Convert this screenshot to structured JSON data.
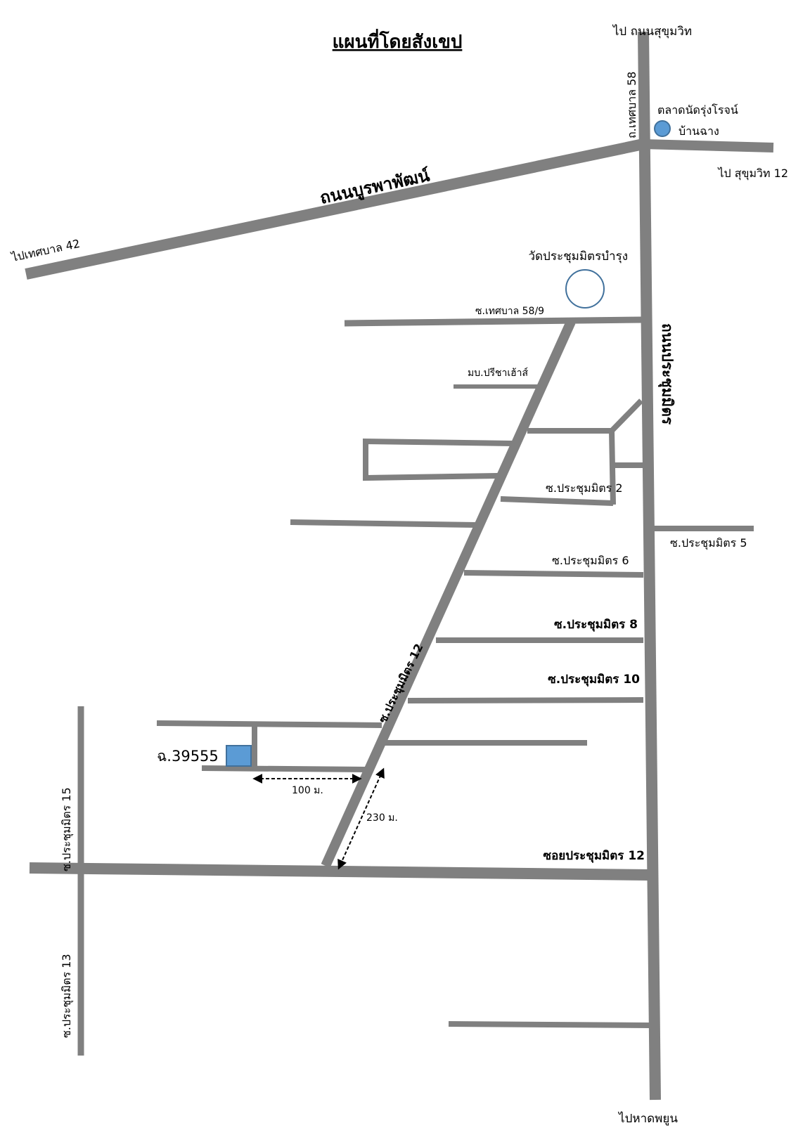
{
  "title": "แผนที่โดยสังเขป",
  "colors": {
    "road": "#808080",
    "marker_fill": "#5b9bd5",
    "marker_stroke": "#41719c",
    "temple_stroke": "#41719c"
  },
  "roads": {
    "main_vertical": "ถนนประชุมมิตร",
    "main_vertical_top": "ถ.เทศบาล 58",
    "diagonal": "ถนนบูรพาพัฒน์",
    "diagonal_soi": "ซ.ประชุมมิตร 12",
    "bottom": "ซอยประชุมมิตร 12",
    "left_top": "ซ.ประชุมมิตร 15",
    "left_bottom": "ซ.ประชุมมิตร 13"
  },
  "directions": {
    "top": "ไป ถนนสุขุมวิท",
    "right": "ไป สุขุมวิท 12",
    "left": "ไปเทศบาล 42",
    "bottom": "ไปหาดพยูน"
  },
  "landmarks": {
    "market_line1": "ตลาดนัดรุ่งโรจน์",
    "market_line2": "บ้านฉาง",
    "temple": "วัดประชุมมิตรบำรุง",
    "village": "มบ.ปรีชาเฮ้าส์",
    "plot": "ฉ.39555"
  },
  "sois": {
    "s58_9": "ซ.เทศบาล 58/9",
    "s2": "ซ.ประชุมมิตร 2",
    "s5": "ซ.ประชุมมิตร 5",
    "s6": "ซ.ประชุมมิตร 6",
    "s8": "ซ.ประชุมมิตร 8",
    "s10": "ซ.ประชุมมิตร 10"
  },
  "distances": {
    "d100": "100 ม.",
    "d230": "230 ม."
  }
}
